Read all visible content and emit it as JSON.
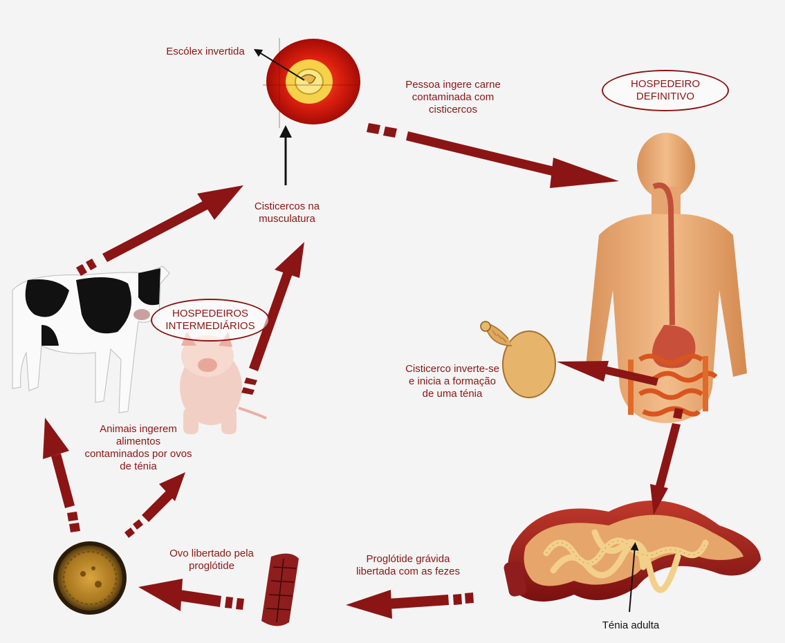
{
  "colors": {
    "arrow": "#8b1515",
    "text": "#8b1515",
    "background": "#f4f4f4"
  },
  "hosts": {
    "definitive": [
      "HOSPEDEIRO",
      "DEFINITIVO"
    ],
    "intermediate": [
      "HOSPEDEIROS",
      "INTERMEDIÁRIOS"
    ]
  },
  "labels": {
    "scolex": "Escólex invertida",
    "ingest_meat": [
      "Pessoa ingere carne",
      "contaminada com",
      "cisticercos"
    ],
    "cysticerci_muscle": [
      "Cisticercos na",
      "musculatura"
    ],
    "cysticercus_inverts": [
      "Cisticerco inverte-se",
      "e inicia a formação",
      "de uma ténia"
    ],
    "animals_ingest": [
      "Animais ingerem",
      "alimentos",
      "contaminados por ovos",
      "de ténia"
    ],
    "egg_released": [
      "Ovo libertado pela",
      "proglótide"
    ],
    "proglottid_released": [
      "Proglótide grávida",
      "libertada com as fezes"
    ],
    "adult_tapeworm": "Ténia adulta"
  },
  "icons": [
    "cysticercus-cross-section-icon",
    "human-body-icon",
    "cow-icon",
    "pig-icon",
    "tapeworm-egg-icon",
    "proglottid-icon",
    "intestine-tapeworm-icon",
    "cysticercus-evaginated-icon"
  ]
}
